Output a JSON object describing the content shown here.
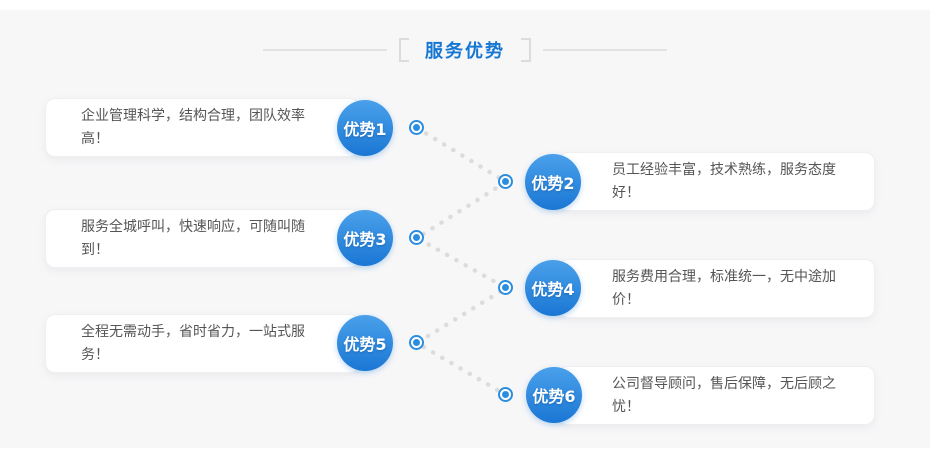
{
  "title": "服务优势",
  "items": [
    {
      "badge": "优势1",
      "text": "企业管理科学，结构合理，团队效率高！"
    },
    {
      "badge": "优势2",
      "text": "员工经验丰富，技术熟练，服务态度好！"
    },
    {
      "badge": "优势3",
      "text": "服务全城呼叫，快速响应，可随叫随到！"
    },
    {
      "badge": "优势4",
      "text": "服务费用合理，标准统一，无中途加价！"
    },
    {
      "badge": "优势5",
      "text": "全程无需动手，省时省力，一站式服务！"
    },
    {
      "badge": "优势6",
      "text": "公司督导顾问，售后保障，无后顾之忧！"
    }
  ],
  "colors": {
    "accent_blue": "#1a77d4",
    "badge_gradient_top": "#4aa0ea",
    "badge_gradient_bottom": "#1a77d4",
    "title_blue": "#1577d2",
    "dotted_line": "#dcdcdc",
    "section_background": "#f7f7f8",
    "card_text": "#555555"
  }
}
